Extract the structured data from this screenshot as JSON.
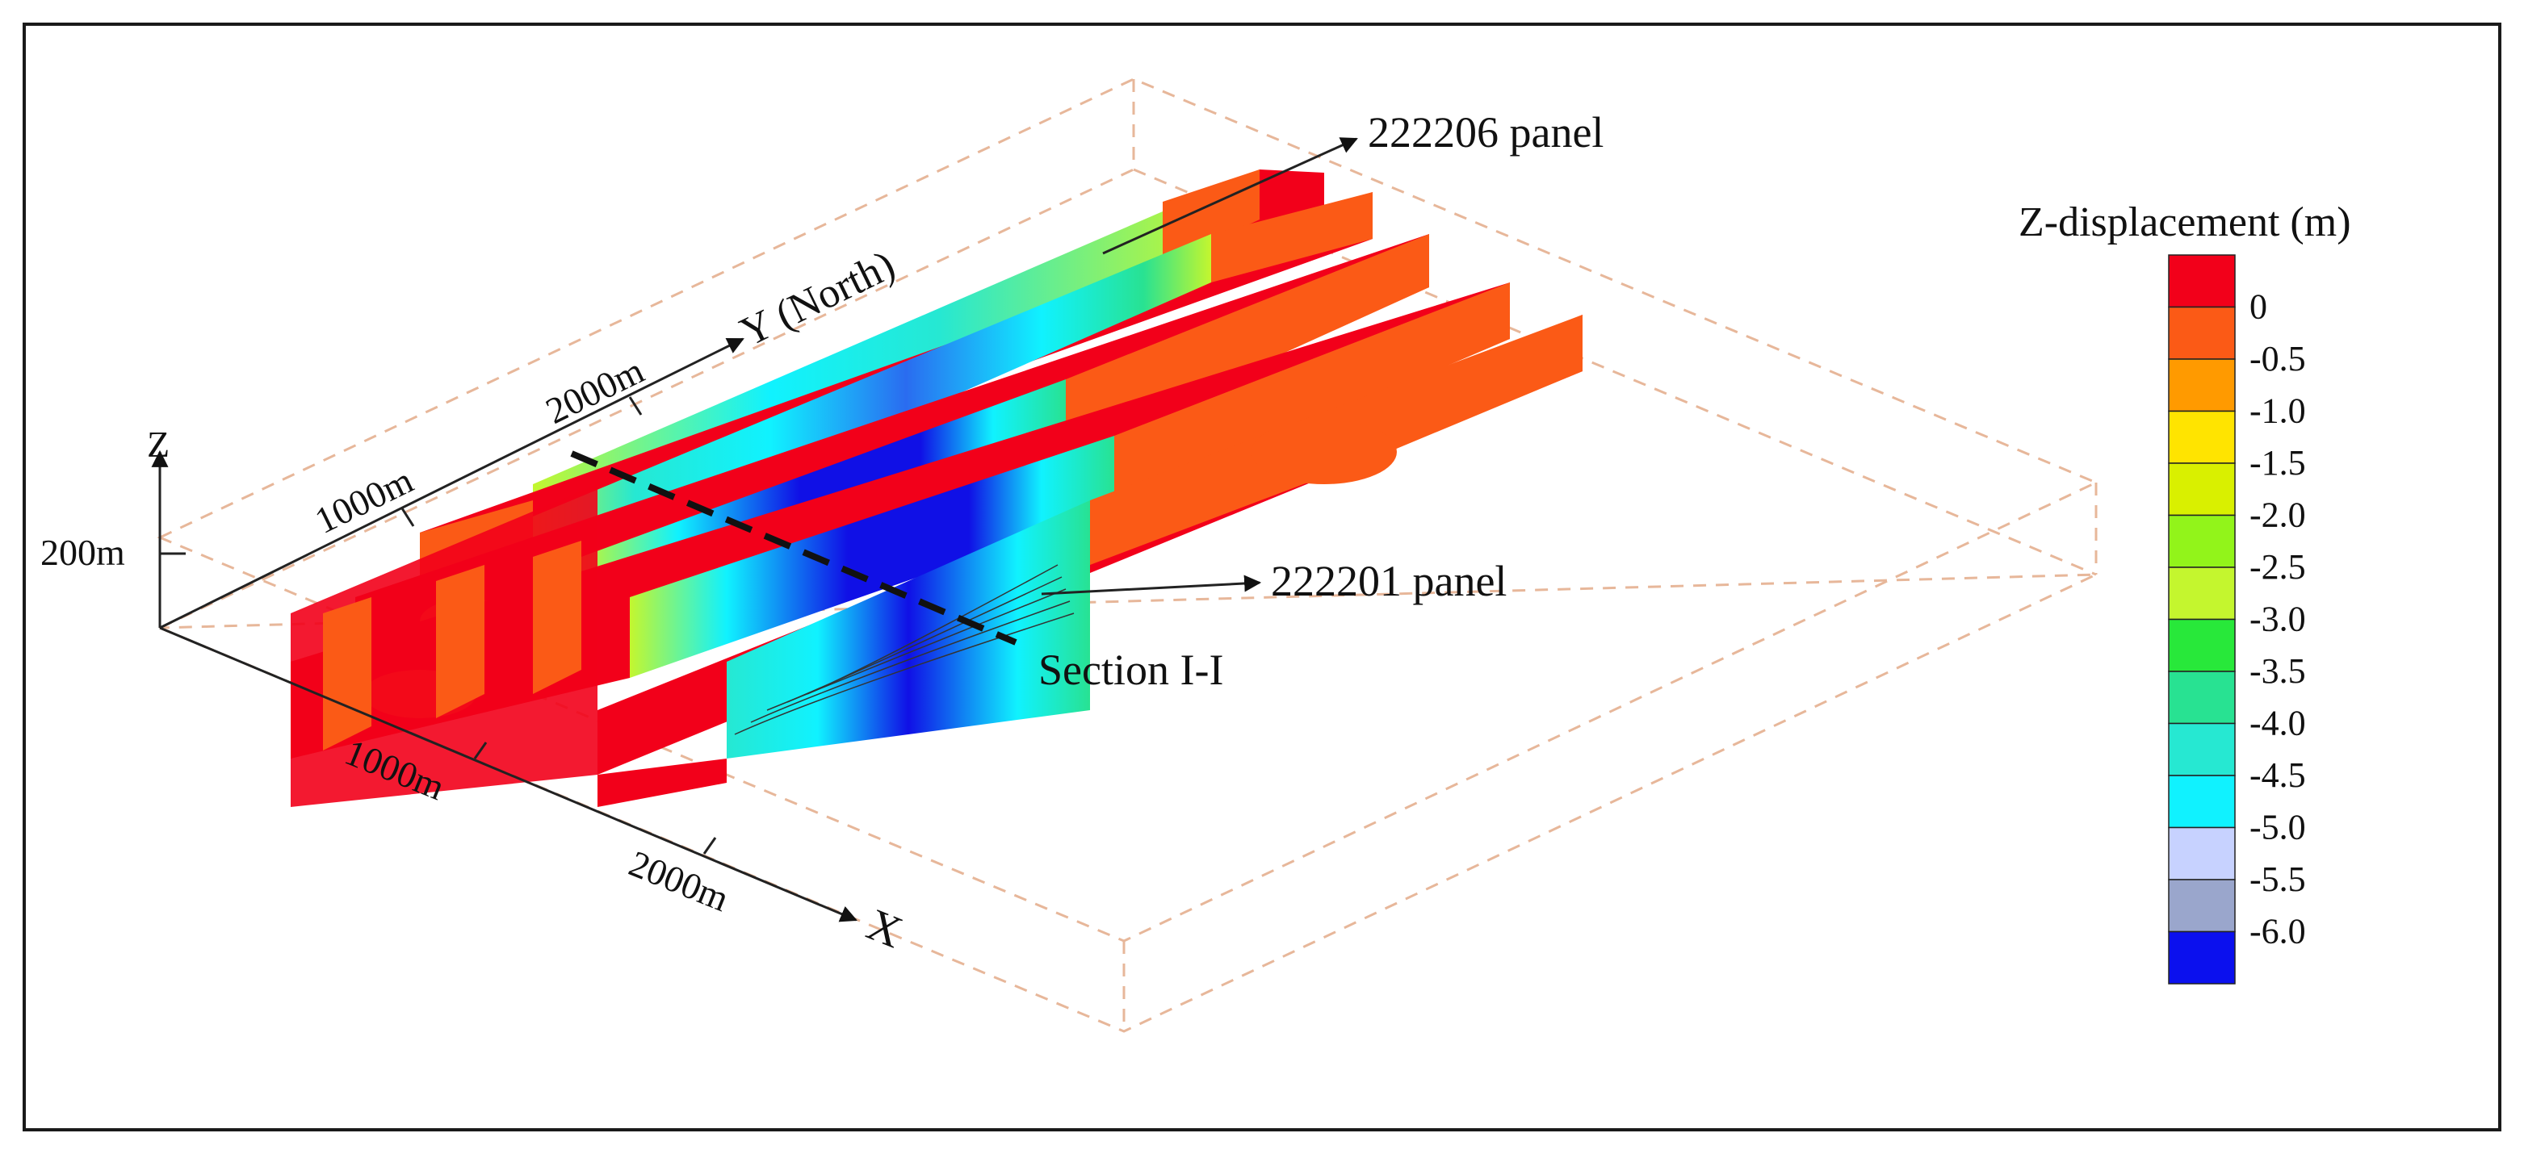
{
  "figure": {
    "axes": {
      "z_label": "Z",
      "z_tick": "200m",
      "x_label": "X",
      "x_ticks": [
        "1000m",
        "2000m"
      ],
      "y_label": "Y (North)",
      "y_ticks": [
        "1000m",
        "2000m"
      ]
    },
    "annotations": {
      "panel_top": "222206 panel",
      "panel_bottom": "222201 panel",
      "section": "Section I-I"
    },
    "legend": {
      "title": "Z-displacement (m)",
      "labels": [
        "0",
        "-0.5",
        "-1.0",
        "-1.5",
        "-2.0",
        "-2.5",
        "-3.0",
        "-3.5",
        "-4.0",
        "-4.5",
        "-5.0",
        "-5.5",
        "-6.0"
      ],
      "colors": [
        "#f2001a",
        "#fb5a16",
        "#ff9a00",
        "#ffe400",
        "#d9f000",
        "#92f41a",
        "#c4f62e",
        "#28e83a",
        "#28e292",
        "#26e8d2",
        "#10f2ff",
        "#c7d2ff",
        "#9aa6cc",
        "#0b10ee"
      ]
    },
    "colors": {
      "frame": "#1a1a1a",
      "box_dash": "#e7b79a",
      "ground_red": "#f2001a",
      "trough_blue": "#1010e6"
    }
  }
}
